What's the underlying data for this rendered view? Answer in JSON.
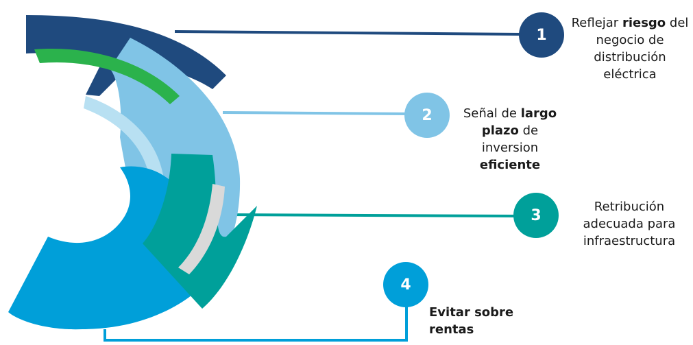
{
  "colors": {
    "navy": "#1f4a7e",
    "light_blue": "#80c4e6",
    "pale_blue": "#b8e0f2",
    "green": "#2bb24c",
    "teal": "#00a09a",
    "cyan": "#009fd9",
    "grey": "#d9d9d9"
  },
  "items": [
    {
      "number": "1",
      "color": "#1f4a7e",
      "text": [
        {
          "t": "Reflejar ",
          "b": false
        },
        {
          "t": "riesgo",
          "b": true
        },
        {
          "t": " del negocio de distribución eléctrica",
          "b": false
        }
      ]
    },
    {
      "number": "2",
      "color": "#80c4e6",
      "text": [
        {
          "t": "Señal de ",
          "b": false
        },
        {
          "t": "largo plazo",
          "b": true
        },
        {
          "t": " de inversion ",
          "b": false
        },
        {
          "t": "eficiente",
          "b": true
        }
      ]
    },
    {
      "number": "3",
      "color": "#00a09a",
      "text": [
        {
          "t": "Retribución adecuada para infraestructura",
          "b": false
        }
      ]
    },
    {
      "number": "4",
      "color": "#009fd9",
      "text": [
        {
          "t": "Evitar sobre rentas",
          "b": true
        }
      ]
    }
  ]
}
